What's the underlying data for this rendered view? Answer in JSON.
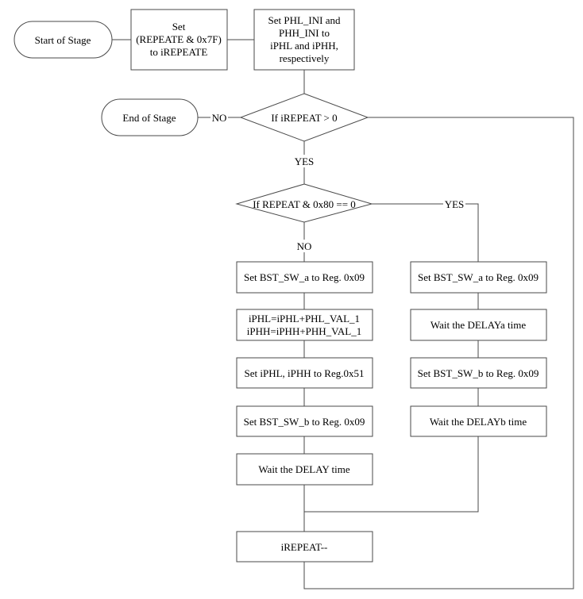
{
  "nodes": {
    "start": "Start of Stage",
    "set_irepeate": [
      "Set",
      "(REPEATE & 0x7F)",
      "to iREPEATE"
    ],
    "set_phl_phh": [
      "Set PHL_INI and",
      "PHH_INI to",
      "iPHL and iPHH,",
      "respectively"
    ],
    "end": "End of Stage",
    "if_irepeat": "If iREPEAT > 0",
    "if_repeat_mask": "If REPEAT & 0x80 == 0",
    "left_set_bst_a": "Set BST_SW_a to Reg. 0x09",
    "left_increment": [
      "iPHL=iPHL+PHL_VAL_1",
      "iPHH=iPHH+PHH_VAL_1"
    ],
    "left_set_iphl": "Set iPHL, iPHH to Reg.0x51",
    "left_set_bst_b": "Set BST_SW_b to Reg. 0x09",
    "left_wait": "Wait the DELAY time",
    "right_set_bst_a": "Set BST_SW_a to Reg. 0x09",
    "right_wait_a": "Wait the DELAYa time",
    "right_set_bst_b": "Set BST_SW_b to Reg. 0x09",
    "right_wait_b": "Wait the DELAYb time",
    "decrement": "iREPEAT--"
  },
  "edges": {
    "no_to_end": "NO",
    "yes_down": "YES",
    "no_down": "NO",
    "yes_right": "YES"
  }
}
